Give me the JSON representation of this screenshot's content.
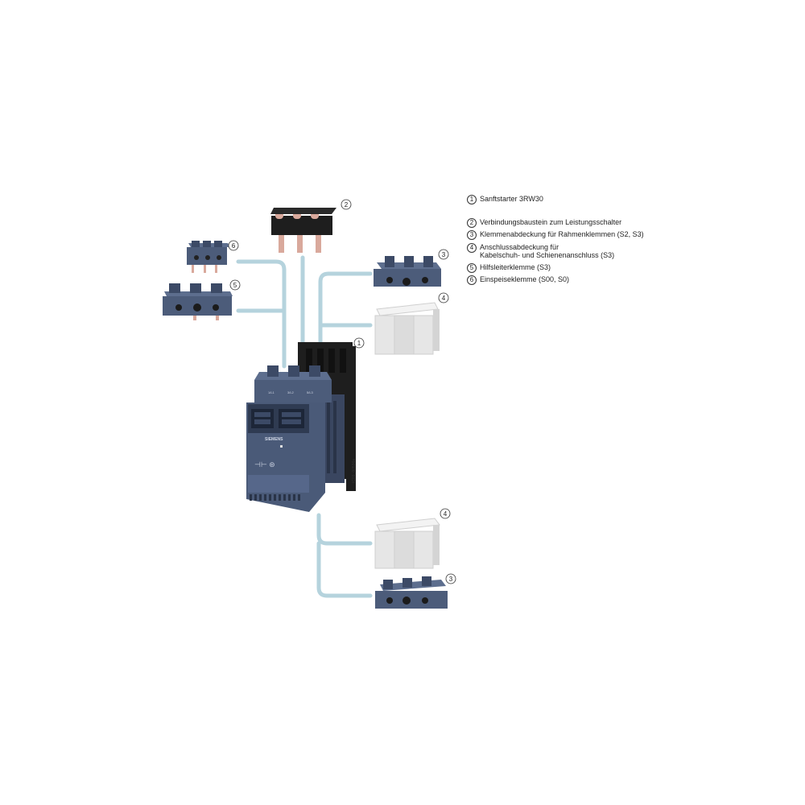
{
  "callouts": [
    "1",
    "2",
    "3",
    "4",
    "5",
    "6"
  ],
  "legend": [
    {
      "num": "1",
      "text": "Sanftstarter 3RW30"
    },
    {
      "num": "2",
      "text": "Verbindungsbaustein zum Leistungsschalter"
    },
    {
      "num": "3",
      "text": "Klemmenabdeckung für Rahmenklemmen (S2, S3)"
    },
    {
      "num": "4",
      "text": "Anschlussabdeckung für\nKabelschuh- und Schienenanschluss (S3)"
    },
    {
      "num": "5",
      "text": "Hilfsleiterklemme (S3)"
    },
    {
      "num": "6",
      "text": "Einspeiseklemme (S00, S0)"
    }
  ],
  "device": {
    "brand": "SIEMENS",
    "terminals_top": [
      "1/L1",
      "3/L2",
      "5/L3"
    ],
    "doc_id": "IC01_00536a"
  },
  "colors": {
    "device_blue": "#4a5a78",
    "device_dark": "#2f3b52",
    "leader_line": "#b5d3dd",
    "cover_white": "#e9e9e9",
    "copper": "#d9a99c",
    "housing_black": "#1e1e1e"
  }
}
